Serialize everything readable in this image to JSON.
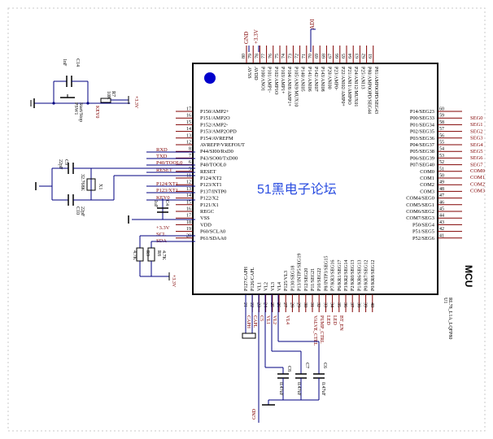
{
  "chip": {
    "title": "MCU",
    "part": "RL78_L1A_LQFP80",
    "ref": "U1",
    "left_pins": [
      {
        "num": "17",
        "label": "P150/AMP2+"
      },
      {
        "num": "16",
        "label": "P151/AMP2O"
      },
      {
        "num": "15",
        "label": "P152/AMP2-"
      },
      {
        "num": "14",
        "label": "P153/AMP2OPD"
      },
      {
        "num": "13",
        "label": "P154/AVREFM"
      },
      {
        "num": "12",
        "label": "AVREFP/VREFOUT"
      },
      {
        "num": "8",
        "label": "P44/SI00/RxD0"
      },
      {
        "num": "7",
        "label": "P43/SO00/TxD00"
      },
      {
        "num": "6",
        "label": "P40/TOOL0"
      },
      {
        "num": "5",
        "label": "RESET"
      },
      {
        "num": "11",
        "label": "P124/XT2"
      },
      {
        "num": "12",
        "label": "P123/XT1"
      },
      {
        "num": "13",
        "label": "P137/INTP0"
      },
      {
        "num": "14",
        "label": "P122/X2"
      },
      {
        "num": "15",
        "label": "P121/X1"
      },
      {
        "num": "16",
        "label": "REGC"
      },
      {
        "num": "17",
        "label": "VSS"
      },
      {
        "num": "18",
        "label": "VDD"
      },
      {
        "num": "19",
        "label": "P60/SCLA0"
      },
      {
        "num": "20",
        "label": "P61/SDAA0"
      }
    ],
    "right_pins": [
      {
        "num": "60",
        "label": "P14/SEG23"
      },
      {
        "num": "59",
        "label": "P00/SEG33"
      },
      {
        "num": "58",
        "label": "P01/SEG34"
      },
      {
        "num": "57",
        "label": "P02/SEG35"
      },
      {
        "num": "56",
        "label": "P03/SEG36"
      },
      {
        "num": "55",
        "label": "P04/SEG37"
      },
      {
        "num": "54",
        "label": "P05/SEG38"
      },
      {
        "num": "53",
        "label": "P06/SEG39"
      },
      {
        "num": "52",
        "label": "P07/SEG40"
      },
      {
        "num": "51",
        "label": "COM0"
      },
      {
        "num": "50",
        "label": "COM1"
      },
      {
        "num": "49",
        "label": "COM2"
      },
      {
        "num": "48",
        "label": "COM3"
      },
      {
        "num": "47",
        "label": "COM4/SEG0"
      },
      {
        "num": "46",
        "label": "COM5/SEG1"
      },
      {
        "num": "45",
        "label": "COM6/SEG2"
      },
      {
        "num": "44",
        "label": "COM7/SEG3"
      },
      {
        "num": "43",
        "label": "P50/SEG4"
      },
      {
        "num": "42",
        "label": "P51/SEG5"
      },
      {
        "num": "41",
        "label": "P52/SEG6"
      }
    ],
    "top_pins": [
      {
        "num": "80",
        "label": "AVSS"
      },
      {
        "num": "79",
        "label": "AVDD"
      },
      {
        "num": "78",
        "label": "P100/ANO1"
      },
      {
        "num": "77",
        "label": "P101/AMP1-"
      },
      {
        "num": "76",
        "label": "P102/AMP1O"
      },
      {
        "num": "75",
        "label": "P103/AMP1+"
      },
      {
        "num": "74",
        "label": "P104/ANI8/AMP1+"
      },
      {
        "num": "73",
        "label": "P105/ANI9/MUX10"
      },
      {
        "num": "72",
        "label": "P140/ANI05"
      },
      {
        "num": "71",
        "label": "P141/ANI06"
      },
      {
        "num": "70",
        "label": "P142/ANI07"
      },
      {
        "num": "69",
        "label": "P143/ANI08"
      },
      {
        "num": "68",
        "label": "P20/ANI00"
      },
      {
        "num": "67",
        "label": "P23/AMP0-"
      },
      {
        "num": "66",
        "label": "P22/ANI02/AMP0+"
      },
      {
        "num": "65",
        "label": "P21/ANI1/AMP0O"
      },
      {
        "num": "64",
        "label": "P24/ANI12/MUX01"
      },
      {
        "num": "63",
        "label": "P25/ANI13"
      },
      {
        "num": "62",
        "label": "P80/AMP0OPD/SEG44"
      },
      {
        "num": "61",
        "label": "P81/AMP0OPD/SEG43"
      }
    ],
    "bottom_pins": [
      {
        "num": "21",
        "label": "P127/CAPH"
      },
      {
        "num": "22",
        "label": "P126/CAPL"
      },
      {
        "num": "23",
        "label": "VL1"
      },
      {
        "num": "24",
        "label": "VL2"
      },
      {
        "num": "25",
        "label": "VL3"
      },
      {
        "num": "26",
        "label": "VL4"
      },
      {
        "num": "27",
        "label": "P125/VL3"
      },
      {
        "num": "28",
        "label": "P130/SEG18"
      },
      {
        "num": "29",
        "label": "P13/INTP5/SEG19"
      },
      {
        "num": "30",
        "label": "P12/SEG20"
      },
      {
        "num": "31",
        "label": "P11/SEG21"
      },
      {
        "num": "32",
        "label": "P10/SEG22"
      },
      {
        "num": "33",
        "label": "P8/INTP3/SEG15"
      },
      {
        "num": "34",
        "label": "P7/KR3/SEG16"
      },
      {
        "num": "35",
        "label": "P6/KR1/SEG17"
      },
      {
        "num": "36",
        "label": "P3/KR2/SEG14"
      },
      {
        "num": "37",
        "label": "P2/KR0/SEG13"
      },
      {
        "num": "38",
        "label": "P1/KR6/SEG13"
      },
      {
        "num": "39",
        "label": "P0/KR7/SEG12"
      },
      {
        "num": "40",
        "label": "P0/KR8/SEG12"
      }
    ]
  },
  "nets": {
    "seg_labels": [
      "SEG0",
      "SEG1",
      "SEG2",
      "SEG3",
      "SEG4",
      "SEG5",
      "SEG6",
      "SEG7"
    ],
    "com_labels": [
      "COM0",
      "COM1",
      "COM2",
      "COM3"
    ],
    "left_labels": [
      "RXD",
      "TXD",
      "P40/TOOL0",
      "RESET",
      "P124/XT1",
      "P123/XT1",
      "KEY0"
    ],
    "supply": "+3.3V",
    "sda": "SDA",
    "scl": "SCL",
    "gnd": "GND",
    "adi": "ADI",
    "bottom_labels": [
      "CAPH",
      "CAPL",
      "C5",
      "VL1",
      "VL2",
      "VL4",
      "VALVE_CTRL",
      "PUMP_CTRL",
      "LED",
      "LED",
      "BT_EN"
    ],
    "top_supply": "+3.3V",
    "top_gnd": "GND"
  },
  "parts": {
    "c14": "C14",
    "c14_val": "1nF",
    "sw": "PSW1",
    "sw_val": "Start/Stop",
    "r7": "R7",
    "r7_val": "10K",
    "key0": "KEY0",
    "c9": "C9",
    "c9_val": "22pF",
    "c10": "C10",
    "c10_val": "22pF",
    "x1": "X1",
    "x1_val": "32.768K",
    "c4": "C4",
    "c4_val": "1uF",
    "r9": "R9",
    "r9_val": "4.7K",
    "r8": "R8",
    "r8_val": "4.7K",
    "c8": "C8",
    "c8_val": "0.47uF",
    "c7": "C7",
    "c7_val": "0.47uF",
    "c6": "C6",
    "c6_val": "0.47uF"
  },
  "watermark": "51黑电子论坛",
  "colors": {
    "wire": "#000080",
    "net_label": "#800000",
    "pin": "#800000",
    "body": "#000000",
    "dot": "#0000cc",
    "watermark": "#2a4de0"
  }
}
